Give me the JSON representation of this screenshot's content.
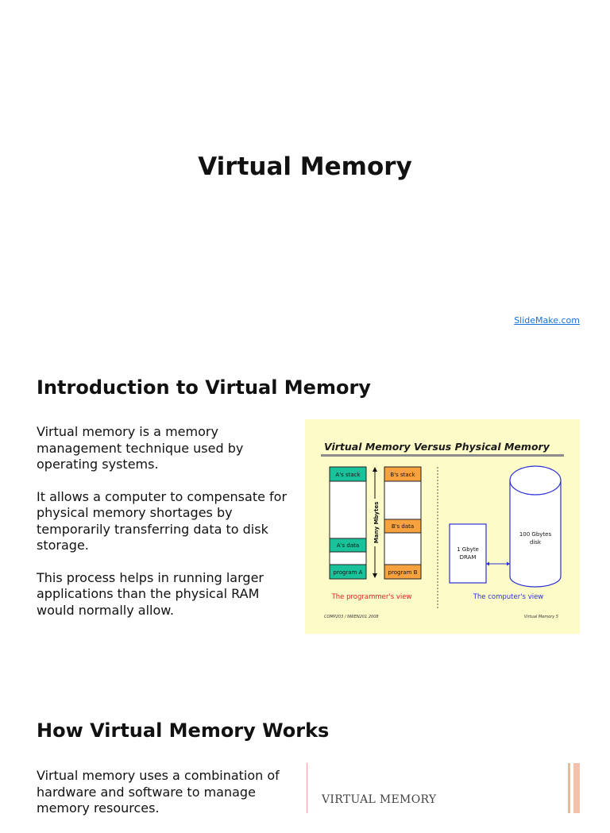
{
  "page": {
    "title": "Virtual Memory",
    "source_link": "SlideMake.com"
  },
  "sections": [
    {
      "heading": "Introduction to Virtual Memory",
      "paragraphs": [
        "Virtual memory is a memory management technique used by operating systems.",
        "It allows a computer to compensate for physical memory shortages by temporarily transferring data to disk storage.",
        "This process helps in running larger applications than the physical RAM would normally allow."
      ],
      "figure": {
        "title": "Virtual Memory Versus Physical Memory",
        "programmer_view": {
          "label": "The programmer's view",
          "axis_label": "Many Mbytes",
          "program_a": [
            "A's stack",
            "A's data",
            "program A"
          ],
          "program_b": [
            "B's stack",
            "B's data",
            "program B"
          ]
        },
        "computer_view": {
          "label": "The computer's view",
          "dram_label": [
            "1 Gbyte",
            "DRAM"
          ],
          "disk_label": [
            "100 Gbytes",
            "disk"
          ]
        },
        "footer_left": "COMP203 / NWEN201 2008",
        "footer_right": "Virtual Memory 5",
        "colors": {
          "background": "#fdfcc9",
          "program_a_block": "#19c29a",
          "program_b_block": "#f7a23e",
          "view_label": "#e02020",
          "computer_outline": "#2b2fd6"
        }
      }
    },
    {
      "heading": "How Virtual Memory Works",
      "paragraphs": [
        "Virtual memory uses a combination of hardware and software to manage memory resources."
      ],
      "figure": {
        "heading": "VIRTUAL MEMORY"
      }
    }
  ]
}
